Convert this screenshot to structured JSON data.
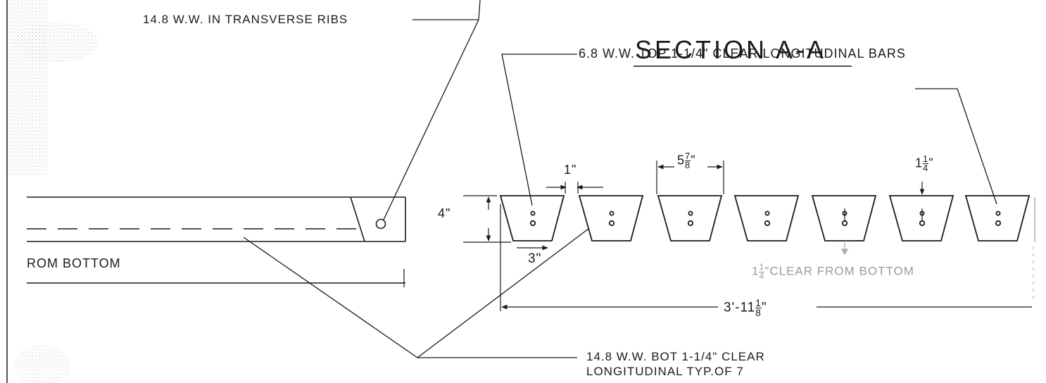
{
  "drawing": {
    "section_title": "SECTION A-A",
    "transverse_rib_callout": "14.8 W.W. IN TRANSVERSE RIBS",
    "top_bar_callout": "6.8 W.W. TOP 1-1/4\" CLEAR LONGITUDINAL BARS",
    "bottom_bar_callout_line1": "14.8 W.W. BOT 1-1/4\" CLEAR",
    "bottom_bar_callout_line2": "LONGITUDINAL TYP.OF 7",
    "left_clear_note": "ROM BOTTOM",
    "bottom_clear_note": {
      "whole": "1",
      "num": "1",
      "den": "4",
      "text": "\"CLEAR FROM BOTTOM"
    },
    "dimensions": {
      "rib_gap": "1\"",
      "rib_top_width": {
        "whole": "5",
        "num": "7",
        "den": "8",
        "unit": "\""
      },
      "top_cover": {
        "whole": "1",
        "num": "1",
        "den": "4",
        "unit": "\""
      },
      "rib_depth": "4\"",
      "rib_bottom_width": "3\"",
      "overall_width": {
        "prefix": "3'-11",
        "num": "1",
        "den": "8",
        "unit": "\""
      }
    },
    "rib_count": 7,
    "line_color": "#1a1a1a",
    "faint_color": "#9a9a9a"
  }
}
